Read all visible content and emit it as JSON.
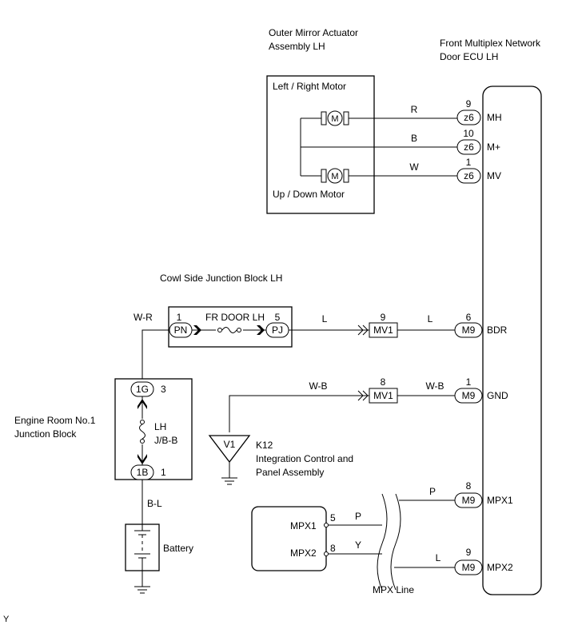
{
  "mirror": {
    "title1": "Outer Mirror Actuator",
    "title2": "Assembly LH",
    "motor_lr": "Left / Right Motor",
    "motor_ud": "Up / Down Motor",
    "motor_symbol": "M"
  },
  "ecu": {
    "title1": "Front Multiplex Network",
    "title2": "Door ECU LH",
    "pins": [
      {
        "num": "9",
        "conn": "z6",
        "label": "MH",
        "wire": "R"
      },
      {
        "num": "10",
        "conn": "z6",
        "label": "M+",
        "wire": "B"
      },
      {
        "num": "1",
        "conn": "z6",
        "label": "MV",
        "wire": "W"
      },
      {
        "num": "6",
        "conn": "M9",
        "label": "BDR",
        "wire": "L"
      },
      {
        "num": "1",
        "conn": "M9",
        "label": "GND",
        "wire": "W-B"
      },
      {
        "num": "8",
        "conn": "M9",
        "label": "MPX1",
        "wire": "P"
      },
      {
        "num": "9",
        "conn": "M9",
        "label": "MPX2",
        "wire": "L"
      }
    ]
  },
  "cowl": {
    "title": "Cowl Side Junction Block LH",
    "fuse": "FR DOOR LH",
    "pin_left": "1",
    "pin_right": "5",
    "conn_left": "PN",
    "conn_right": "PJ",
    "wire_in": "W-R",
    "wire_out": "L"
  },
  "junctions": {
    "bdr": {
      "num": "9",
      "conn": "MV1"
    },
    "gnd": {
      "num": "8",
      "conn": "MV1",
      "wire_in": "W-B"
    }
  },
  "engine_room": {
    "title1": "Engine Room No.1",
    "title2": "Junction Block",
    "top_conn": "1G",
    "top_pin": "3",
    "bottom_conn": "1B",
    "bottom_pin": "1",
    "fuse1": "LH",
    "fuse2": "J/B-B",
    "wire_down": "B-L"
  },
  "battery": {
    "label": "Battery"
  },
  "ground_point": {
    "code": "V1"
  },
  "k12": {
    "code": "K12",
    "title1": "Integration Control and",
    "title2": "Panel Assembly"
  },
  "mpx_device": {
    "pin1_num": "5",
    "pin1_label": "MPX1",
    "pin1_wire": "P",
    "pin2_num": "8",
    "pin2_label": "MPX2",
    "pin2_wire": "Y"
  },
  "mpx_line": {
    "label": "MPX Line"
  },
  "corner": {
    "label": "Y"
  }
}
